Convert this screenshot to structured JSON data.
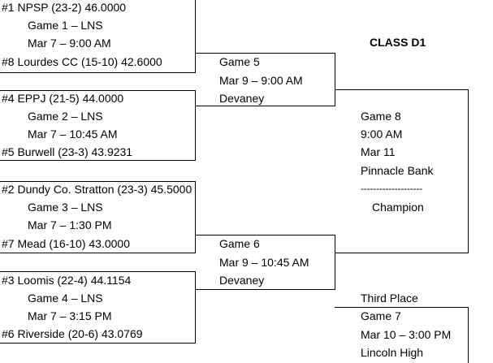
{
  "class_title": "CLASS D1",
  "first_round": [
    {
      "top": "#1 NPSP (23-2) 46.0000",
      "game": "Game 1 – LNS",
      "time": "Mar 7 – 9:00 AM",
      "bottom": "#8 Lourdes CC (15-10) 42.6000"
    },
    {
      "top": "#4 EPPJ (21-5) 44.0000",
      "game": "Game 2 – LNS",
      "time": "Mar 7 – 10:45 AM",
      "bottom": "#5 Burwell (23-3) 43.9231"
    },
    {
      "top": "#2 Dundy Co. Stratton (23-3) 45.5000",
      "game": "Game 3 – LNS",
      "time": "Mar 7 – 1:30 PM",
      "bottom": "#7 Mead (16-10) 43.0000"
    },
    {
      "top": "#3 Loomis (22-4) 44.1154",
      "game": "Game 4 – LNS",
      "time": "Mar 7 – 3:15 PM",
      "bottom": "#6 Riverside (20-6) 43.0769"
    }
  ],
  "semifinals": [
    {
      "game": "Game 5",
      "time": "Mar 9 – 9:00 AM",
      "site": "Devaney"
    },
    {
      "game": "Game 6",
      "time": "Mar 9 – 10:45 AM",
      "site": "Devaney"
    }
  ],
  "final": {
    "game": "Game 8",
    "time": "9:00 AM",
    "date": "Mar 11",
    "site": "Pinnacle Bank",
    "separator": "--------------------",
    "champion": "Champion"
  },
  "third_place": {
    "label": "Third Place",
    "game": "Game 7",
    "time": "Mar 10 – 3:00 PM",
    "site": "Lincoln High"
  }
}
